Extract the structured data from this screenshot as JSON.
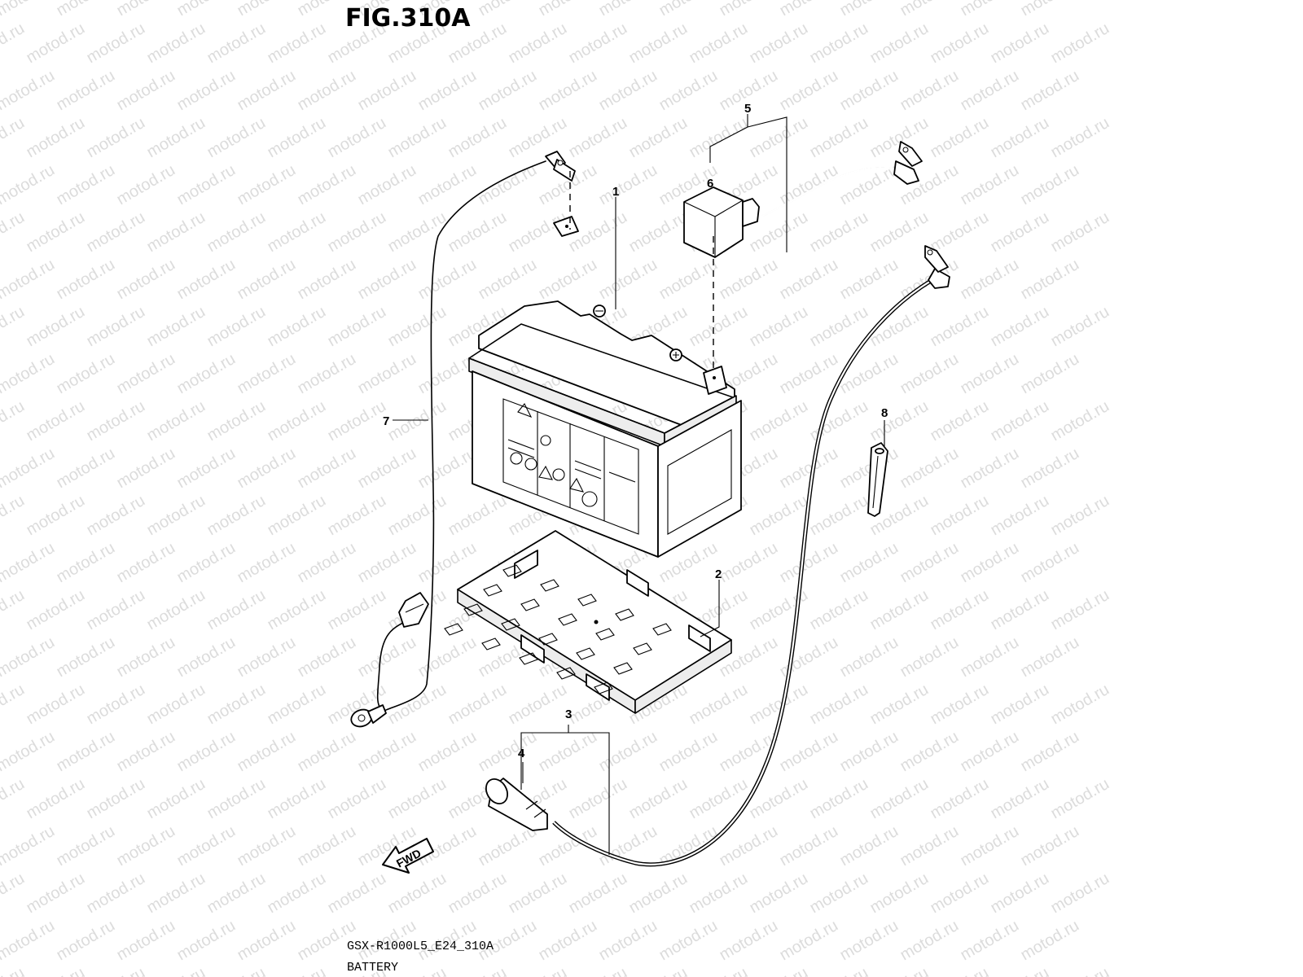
{
  "figure": {
    "title": "FIG.310A",
    "model_code": "GSX-R1000L5_E24_310A",
    "section_name": "BATTERY",
    "watermark_text": "motod.ru",
    "fwd_label": "FWD"
  },
  "callouts": [
    {
      "num": "1",
      "part": "battery"
    },
    {
      "num": "2",
      "part": "battery-tray"
    },
    {
      "num": "3",
      "part": "negative-cable-set"
    },
    {
      "num": "4",
      "part": "cable-cap"
    },
    {
      "num": "5",
      "part": "positive-cable-set"
    },
    {
      "num": "6",
      "part": "terminal-cover"
    },
    {
      "num": "7",
      "part": "ground-lead-wire"
    },
    {
      "num": "8",
      "part": "cable-tie"
    }
  ]
}
